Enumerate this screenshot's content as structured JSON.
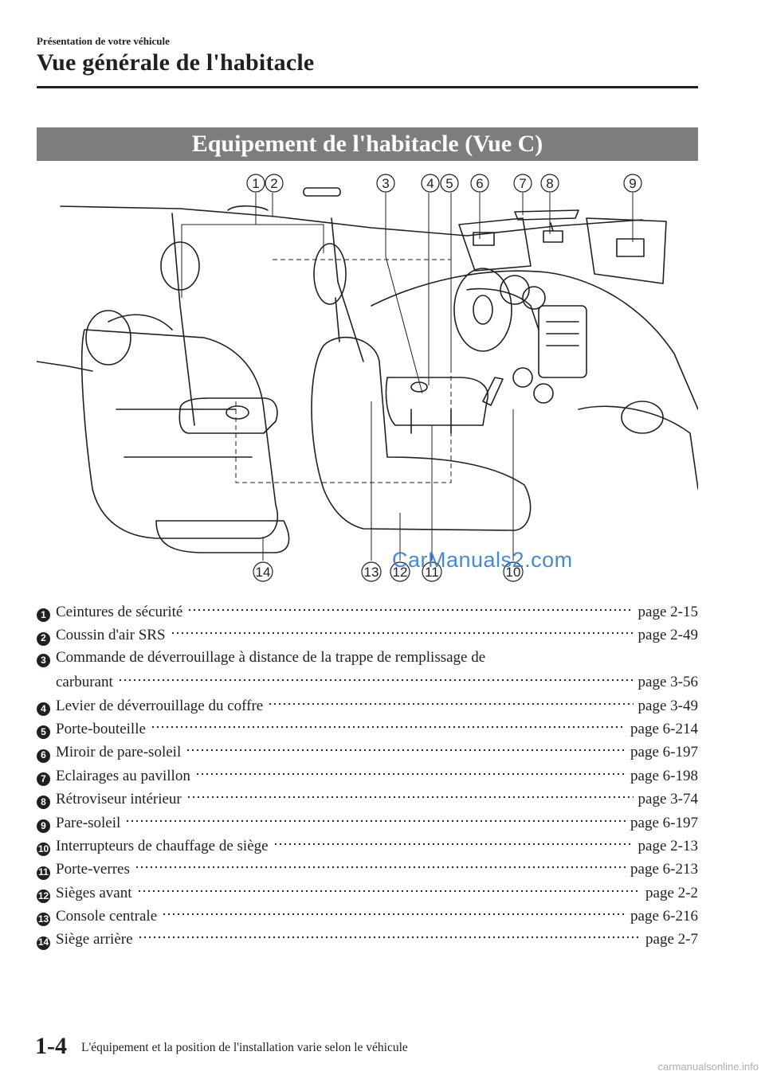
{
  "header": {
    "section": "Présentation de votre véhicule",
    "title": "Vue générale de l'habitacle"
  },
  "banner": {
    "title": "Equipement de l'habitacle (Vue C)"
  },
  "illustration": {
    "callouts_top": [
      "1",
      "2",
      "3",
      "4",
      "5",
      "6",
      "7",
      "8",
      "9"
    ],
    "callouts_bottom": [
      "14",
      "13",
      "12",
      "11",
      "10"
    ],
    "watermark": "CarManuals2.com"
  },
  "items": [
    {
      "num": "1",
      "label": "Ceintures de sécurité",
      "page": "page 2-15"
    },
    {
      "num": "2",
      "label": "Coussin d'air SRS",
      "page": "page 2-49"
    },
    {
      "num": "3",
      "label": "Commande de déverrouillage à distance de la trappe de remplissage de",
      "continuation": "carburant",
      "page": "page 3-56"
    },
    {
      "num": "4",
      "label": "Levier de déverrouillage du coffre",
      "page": "page 3-49"
    },
    {
      "num": "5",
      "label": "Porte-bouteille",
      "page": "page 6-214"
    },
    {
      "num": "6",
      "label": "Miroir de pare-soleil",
      "page": "page 6-197"
    },
    {
      "num": "7",
      "label": "Eclairages au pavillon",
      "page": "page 6-198"
    },
    {
      "num": "8",
      "label": "Rétroviseur intérieur",
      "page": "page 3-74"
    },
    {
      "num": "9",
      "label": "Pare-soleil",
      "page": "page 6-197"
    },
    {
      "num": "10",
      "label": "Interrupteurs de chauffage de siège",
      "page": "page 2-13"
    },
    {
      "num": "11",
      "label": "Porte-verres",
      "page": "page 6-213"
    },
    {
      "num": "12",
      "label": "Sièges avant",
      "page": "page 2-2"
    },
    {
      "num": "13",
      "label": "Console centrale",
      "page": "page 6-216"
    },
    {
      "num": "14",
      "label": "Siège arrière",
      "page": "page 2-7"
    }
  ],
  "footer": {
    "page_number": "1-4",
    "note": "L'équipement et la position de l'installation varie selon le véhicule",
    "watermark": "carmanualsonline.info"
  }
}
